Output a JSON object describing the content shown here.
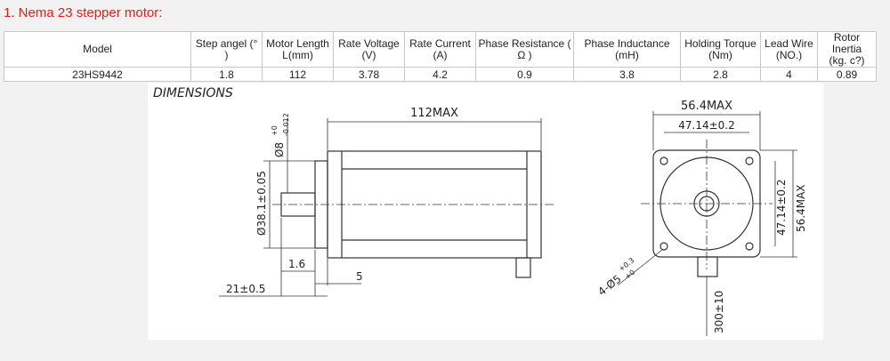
{
  "heading": "1. Nema 23 stepper motor:",
  "table": {
    "headers": [
      {
        "key": "model",
        "line1": "Model",
        "line2": ""
      },
      {
        "key": "step_angle",
        "line1": "Step angel (°",
        "line2": ")"
      },
      {
        "key": "motor_length",
        "line1": "Motor Length",
        "line2": "L(mm)"
      },
      {
        "key": "rate_voltage",
        "line1": "Rate Voltage",
        "line2": "(V)"
      },
      {
        "key": "rate_current",
        "line1": "Rate Current",
        "line2": "(A)"
      },
      {
        "key": "phase_resistance",
        "line1": "Phase Resistance (",
        "line2": "Ω )"
      },
      {
        "key": "phase_inductance",
        "line1": "Phase Inductance",
        "line2": "(mH)"
      },
      {
        "key": "holding_torque",
        "line1": "Holding Torque",
        "line2": "(Nm)"
      },
      {
        "key": "lead_wire",
        "line1": "Lead Wire",
        "line2": "(NO.)"
      },
      {
        "key": "rotor_inertia",
        "line1": "Rotor Inertia",
        "line2": "(kg. c?)"
      }
    ],
    "row": [
      "23HS9442",
      "1.8",
      "112",
      "3.78",
      "4.2",
      "0.9",
      "3.8",
      "2.8",
      "4",
      "0.89"
    ]
  },
  "drawing": {
    "title": "DIMENSIONS",
    "side": {
      "length": "112MAX",
      "shaft_dia_main": "Ø8",
      "shaft_dia_tol_top": "+0",
      "shaft_dia_tol_bottom": "-0.012",
      "boss_dia": "Ø38.1±0.05",
      "boss_height": "1.6",
      "flange": "5",
      "shaft_length": "21±0.5"
    },
    "front": {
      "width": "56.4MAX",
      "hole_spacing_h": "47.14±0.2",
      "hole_spacing_v": "47.14±0.2",
      "height": "56.4MAX",
      "holes_main": "4-Ø5",
      "holes_tol_top": "+0.3",
      "holes_tol_bottom": "+0",
      "lead_length": "300±10"
    }
  }
}
